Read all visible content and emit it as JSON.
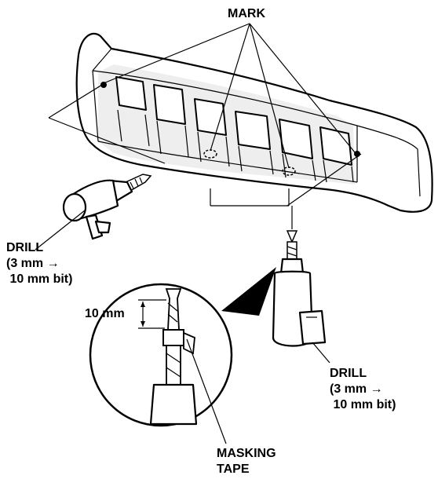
{
  "labels": {
    "mark": "MARK",
    "drill_left": [
      "DRILL",
      "(3 mm →",
      " 10 mm bit)"
    ],
    "drill_right": [
      "DRILL",
      "(3 mm →",
      " 10 mm bit)"
    ],
    "depth": "10 mm",
    "masking_tape": [
      "MASKING",
      "TAPE"
    ]
  }
}
